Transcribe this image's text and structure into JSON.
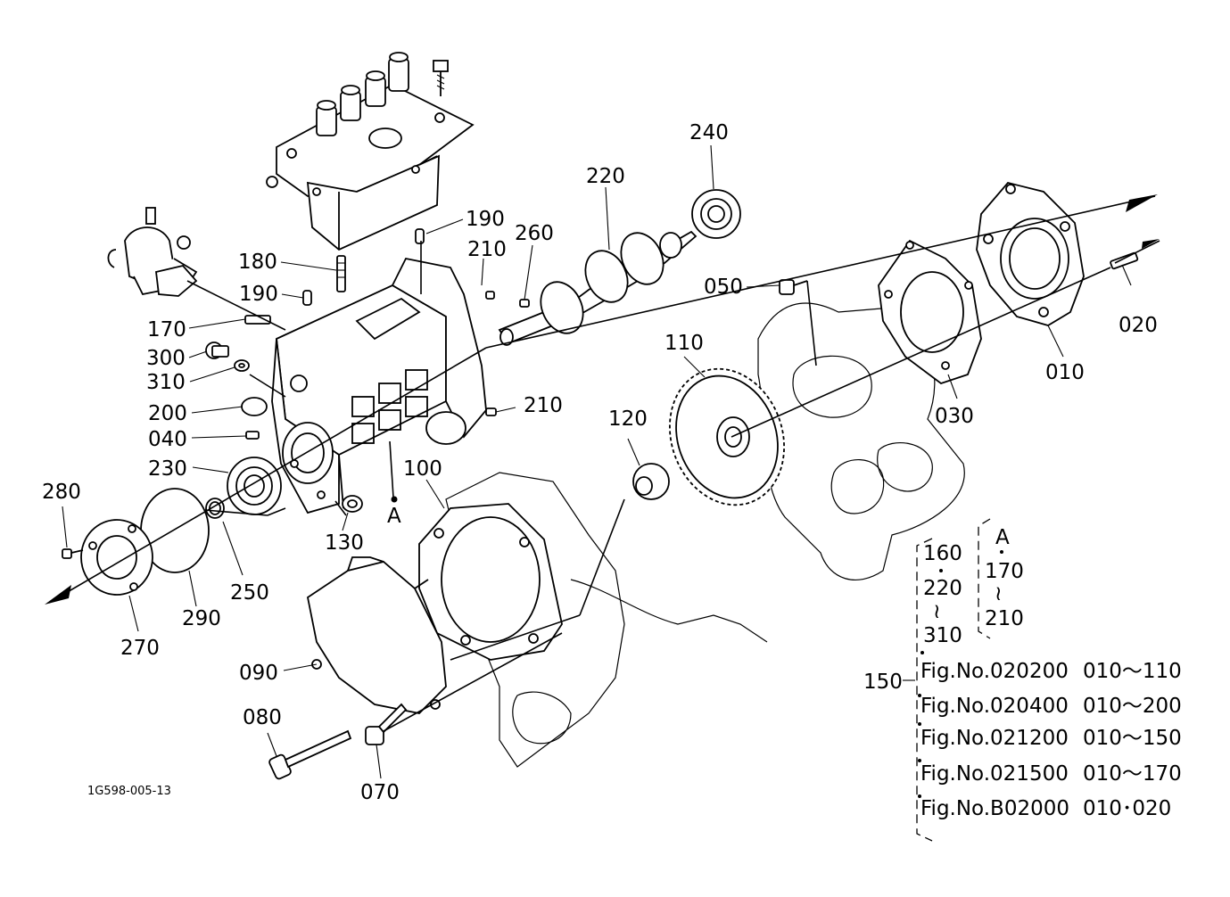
{
  "drawing_code": "1G598-005-13",
  "callouts": [
    "240",
    "220",
    "190",
    "260",
    "210",
    "180",
    "050",
    "190",
    "170",
    "300",
    "310",
    "110",
    "020",
    "200",
    "210",
    "040",
    "010",
    "120",
    "030",
    "230",
    "100",
    "A",
    "280",
    "130",
    "250",
    "290",
    "270",
    "090",
    "080",
    "070",
    "160",
    "A",
    "170",
    "220",
    "210",
    "310",
    "150"
  ],
  "references": [
    {
      "fig": "Fig.No.020200",
      "range": "010～110"
    },
    {
      "fig": "Fig.No.020400",
      "range": "010～200"
    },
    {
      "fig": "Fig.No.021200",
      "range": "010～150"
    },
    {
      "fig": "Fig.No.021500",
      "range": "010～170"
    },
    {
      "fig": "Fig.No.B02000",
      "range": "010･020"
    }
  ],
  "note_tilde": "≀"
}
